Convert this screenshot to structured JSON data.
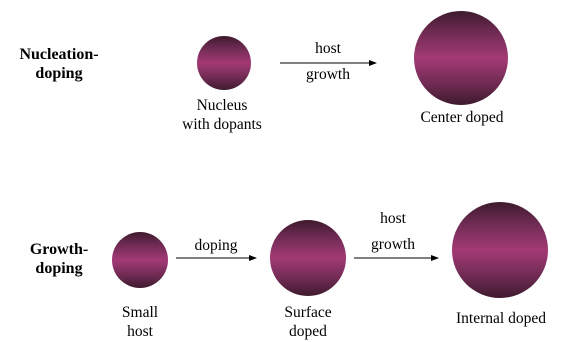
{
  "rows": {
    "nucleation": {
      "label_line1": "Nucleation-",
      "label_line2": "doping",
      "nucleus_caption_line1": "Nucleus",
      "nucleus_caption_line2": "with dopants",
      "arrow_line1": "host",
      "arrow_line2": "growth",
      "center_caption": "Center doped"
    },
    "growth": {
      "label_line1": "Growth-",
      "label_line2": "doping",
      "small_caption_line1": "Small",
      "small_caption_line2": "host",
      "arrow1_label": "doping",
      "surface_caption_line1": "Surface",
      "surface_caption_line2": "doped",
      "arrow2_line1": "host",
      "arrow2_line2": "growth",
      "internal_caption": "Internal doped"
    }
  },
  "colors": {
    "sphere_dark": "#3e1a2e",
    "sphere_mid": "#8a3063",
    "sphere_light": "#a33a75"
  }
}
